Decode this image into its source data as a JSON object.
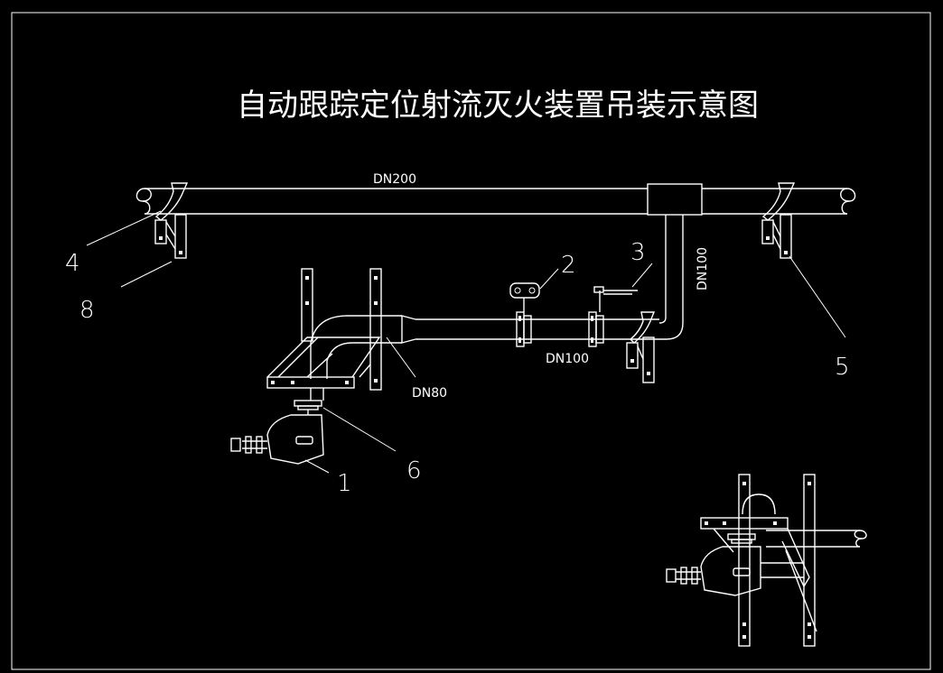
{
  "title": "自动跟踪定位射流灭火装置吊装示意图",
  "pipe_labels": {
    "main": "DN200",
    "branch_vertical": "DN100",
    "branch_horizontal": "DN100",
    "reducer": "DN80"
  },
  "callouts": [
    "1",
    "2",
    "3",
    "4",
    "5",
    "6",
    "8"
  ],
  "colors": {
    "background": "#000000",
    "line": "#ffffff"
  }
}
